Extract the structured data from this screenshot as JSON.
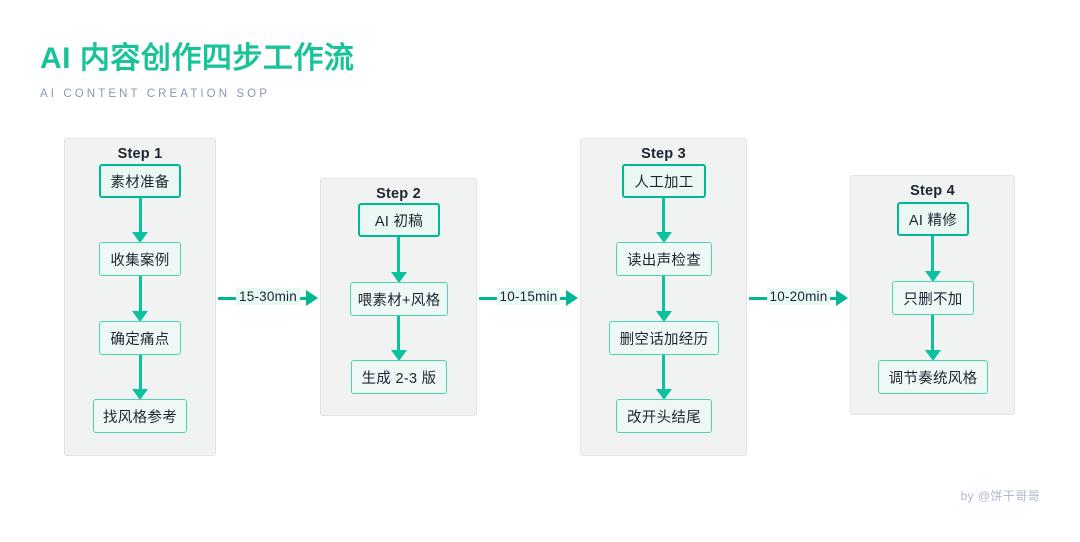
{
  "header": {
    "title": "AI 内容创作四步工作流",
    "subtitle": "AI CONTENT CREATION SOP",
    "accent_color": "#18c39a",
    "subtitle_color": "#8b97ad"
  },
  "theme": {
    "panel_bg": "#f1f3f3",
    "panel_border": "#e2e5e6",
    "node_bg": "#eef9f6",
    "node_border": "#4fd2b3",
    "head_border": "#00b894",
    "arrow_color": "#0bc1a0",
    "label_bg": "#e8f8f3",
    "text_color": "#1d2530"
  },
  "steps": [
    {
      "title": "Step 1",
      "nodes": [
        {
          "label": "素材准备",
          "head": true
        },
        {
          "label": "收集案例",
          "head": false
        },
        {
          "label": "确定痛点",
          "head": false
        },
        {
          "label": "找风格参考",
          "head": false
        }
      ]
    },
    {
      "title": "Step 2",
      "nodes": [
        {
          "label": "AI 初稿",
          "head": true
        },
        {
          "label": "喂素材+风格",
          "head": false
        },
        {
          "label": "生成 2-3 版",
          "head": false
        }
      ]
    },
    {
      "title": "Step 3",
      "nodes": [
        {
          "label": "人工加工",
          "head": true
        },
        {
          "label": "读出声检查",
          "head": false
        },
        {
          "label": "删空话加经历",
          "head": false
        },
        {
          "label": "改开头结尾",
          "head": false
        }
      ]
    },
    {
      "title": "Step 4",
      "nodes": [
        {
          "label": "AI 精修",
          "head": true
        },
        {
          "label": "只删不加",
          "head": false
        },
        {
          "label": "调节奏统风格",
          "head": false
        }
      ]
    }
  ],
  "connectors": [
    {
      "label": "15-30min"
    },
    {
      "label": "10-15min"
    },
    {
      "label": "10-20min"
    }
  ],
  "footer": {
    "credit": "by @饼干哥哥"
  }
}
